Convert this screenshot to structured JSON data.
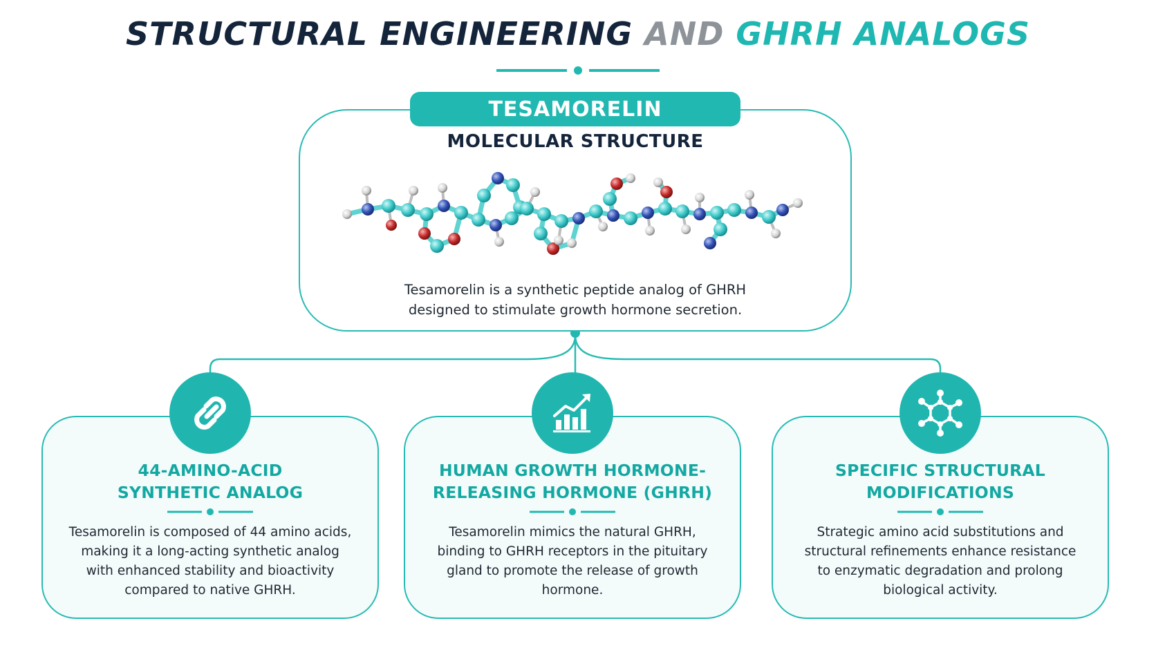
{
  "header": {
    "title_part1": "STRUCTURAL ENGINEERING",
    "title_part2": "AND",
    "title_part3": "GHRH ANALOGS"
  },
  "top_card": {
    "pill_label": "TESAMORELIN",
    "subtitle": "MOLECULAR STRUCTURE",
    "description_line1": "Tesamorelin is a synthetic peptide analog of GHRH",
    "description_line2": "designed to stimulate growth hormone secretion."
  },
  "cards": [
    {
      "icon": "chain-link-icon",
      "title_line1": "44-AMINO-ACID",
      "title_line2": "SYNTHETIC ANALOG",
      "description_lines": [
        "Tesamorelin is composed of 44 amino acids,",
        "making it a long-acting synthetic analog",
        "with enhanced stability and bioactivity",
        "compared to native GHRH."
      ]
    },
    {
      "icon": "growth-chart-icon",
      "title_line1": "HUMAN GROWTH HORMONE-",
      "title_line2": "RELEASING HORMONE (GHRH)",
      "description_lines": [
        "Tesamorelin mimics the natural GHRH,",
        "binding to GHRH receptors in the pituitary",
        "gland to promote the release of growth",
        "hormone."
      ]
    },
    {
      "icon": "molecule-icon",
      "title_line1": "SPECIFIC STRUCTURAL",
      "title_line2": "MODIFICATIONS",
      "description_lines": [
        "Strategic amino acid substitutions and",
        "structural refinements enhance resistance",
        "to enzymatic degradation and prolong",
        "biological activity."
      ]
    }
  ],
  "colors": {
    "navy": "#14243a",
    "gray": "#8d9398",
    "teal": "#1fb7b1",
    "card_fill": "#f3fbfb"
  }
}
